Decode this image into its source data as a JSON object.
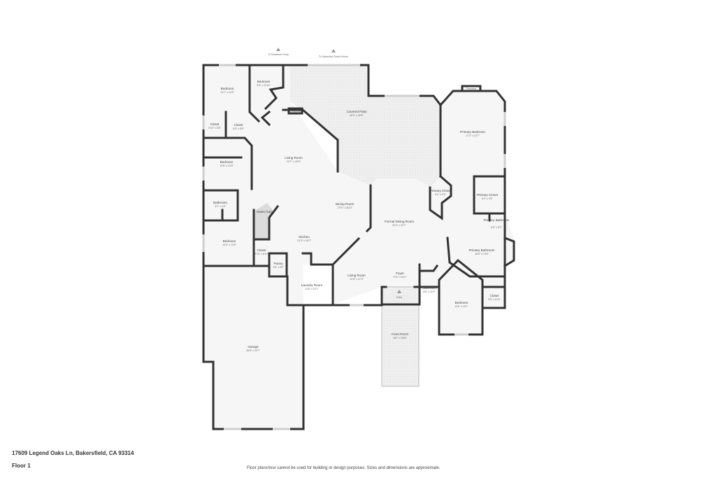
{
  "footer": {
    "address": "17609 Legend Oaks Ln, Bakersfield, CA 93314",
    "floor": "Floor 1",
    "disclaimer": "Floor plans/tour cannot be used for building or design purposes. Sizes and dimensions are approximate."
  },
  "markers": {
    "shop": "To Detached Shop",
    "guest_house": "To Detached Guest House",
    "entry": "Entry",
    "fireplace_living": "Fireplace",
    "fireplace_primary": "Fireplace"
  },
  "rooms": [
    {
      "name": "Bedroom",
      "dims": "14'7\" x 14'3\""
    },
    {
      "name": "Bedroom",
      "dims": "9'8\" x 11'10\""
    },
    {
      "name": "Closet",
      "dims": "5'10\" x 6'8\""
    },
    {
      "name": "Closet",
      "dims": "6'5\" x 6'8\""
    },
    {
      "name": "Bedroom",
      "dims": "13'8\" x 13'6\""
    },
    {
      "name": "Living Room",
      "dims": "22'7\" x 25'9\""
    },
    {
      "name": "Covered Patio",
      "dims": "40'0\" x 32'6\""
    },
    {
      "name": "Primary Bedroom",
      "dims": "17'2\" x 22'7\""
    },
    {
      "name": "Bathroom",
      "dims": "9'2\" x 4'9\""
    },
    {
      "name": "Stairs (Up)",
      "dims": ""
    },
    {
      "name": "Dining Room",
      "dims": "17'8\" x 18'10\""
    },
    {
      "name": "Bedroom",
      "dims": "12'4\" x 13'9\""
    },
    {
      "name": "Kitchen",
      "dims": "21'3\" x 18'7\""
    },
    {
      "name": "Closet",
      "dims": "3'10\" x 6'10\""
    },
    {
      "name": "Pantry",
      "dims": "4'6\" x 5'0\""
    },
    {
      "name": "Laundry Room",
      "dims": "11'8\" x 10'7\""
    },
    {
      "name": "Living Room",
      "dims": "12'8\" x 17'2\""
    },
    {
      "name": "Formal Dining Room",
      "dims": "20'4\" x 22'7\""
    },
    {
      "name": "Primary Closet",
      "dims": "6'4\" x 9'6\""
    },
    {
      "name": "Primary Closet",
      "dims": "8'4\" x 9'5\""
    },
    {
      "name": "Primary Bathroom",
      "dims": "5'0\" x 5'0\""
    },
    {
      "name": "Primary Bathroom",
      "dims": "16'9\" x 19'8\""
    },
    {
      "name": "Foyer",
      "dims": "9'11\" x 8'11\""
    },
    {
      "name": "Bathroom",
      "dims": "8'6\" x 11'5\""
    },
    {
      "name": "Bedroom",
      "dims": "11'6\" x 18'7\""
    },
    {
      "name": "Closet",
      "dims": "5'5\" x 5'10\""
    },
    {
      "name": "Front Porch",
      "dims": "18'1\" x 28'6\""
    },
    {
      "name": "Garage",
      "dims": "26'8\" x 40'7\""
    }
  ]
}
